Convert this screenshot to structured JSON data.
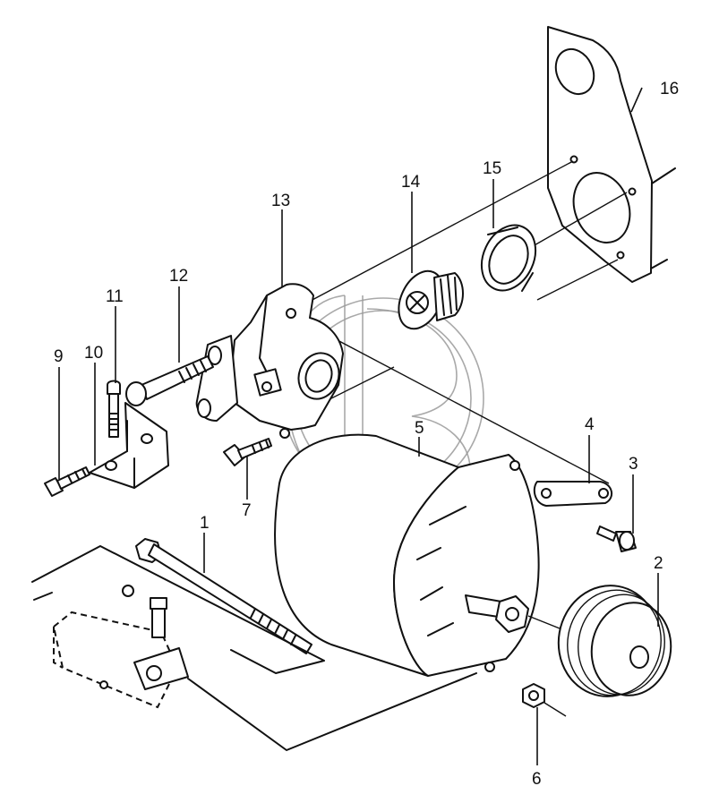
{
  "callouts": [
    {
      "id": "1",
      "text": "1"
    },
    {
      "id": "2",
      "text": "2"
    },
    {
      "id": "3",
      "text": "3"
    },
    {
      "id": "4",
      "text": "4"
    },
    {
      "id": "5",
      "text": "5"
    },
    {
      "id": "6",
      "text": "6"
    },
    {
      "id": "7",
      "text": "7"
    },
    {
      "id": "9",
      "text": "9"
    },
    {
      "id": "10",
      "text": "10"
    },
    {
      "id": "11",
      "text": "11"
    },
    {
      "id": "12",
      "text": "12"
    },
    {
      "id": "13",
      "text": "13"
    },
    {
      "id": "14",
      "text": "14"
    },
    {
      "id": "15",
      "text": "15"
    },
    {
      "id": "16",
      "text": "16"
    }
  ],
  "watermark": {
    "icon": "gb-logo-watermark-icon"
  }
}
